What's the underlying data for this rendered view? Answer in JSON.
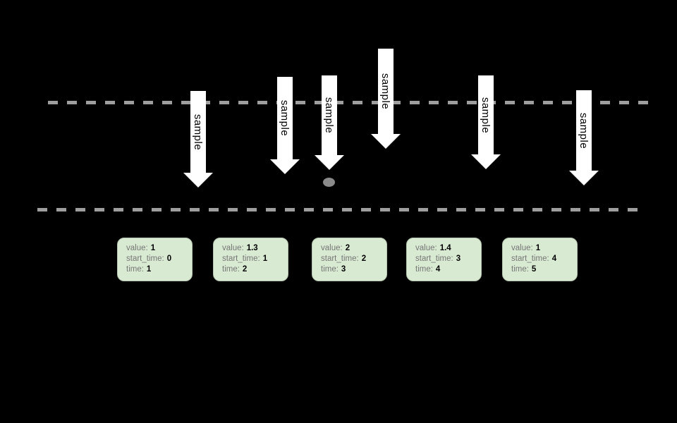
{
  "colors": {
    "background": "#000000",
    "dashed_line": "#9e9e9e",
    "arrow_fill": "#ffffff",
    "arrow_text": "#000000",
    "dot": "#8a8a8a",
    "card_fill": "#d9ead3",
    "card_border": "#b5c4ae",
    "card_label_text": "#757575",
    "card_value_text": "#000000"
  },
  "arrows": [
    {
      "label": "sample"
    },
    {
      "label": "sample"
    },
    {
      "label": "sample"
    },
    {
      "label": "sample"
    },
    {
      "label": "sample"
    },
    {
      "label": "sample"
    }
  ],
  "field_labels": {
    "value": "value:",
    "start_time": "start_time:",
    "time": "time:"
  },
  "samples": [
    {
      "value": "1",
      "start_time": "0",
      "time": "1"
    },
    {
      "value": "1.3",
      "start_time": "1",
      "time": "2"
    },
    {
      "value": "2",
      "start_time": "2",
      "time": "3"
    },
    {
      "value": "1.4",
      "start_time": "3",
      "time": "4"
    },
    {
      "value": "1",
      "start_time": "4",
      "time": "5"
    }
  ]
}
